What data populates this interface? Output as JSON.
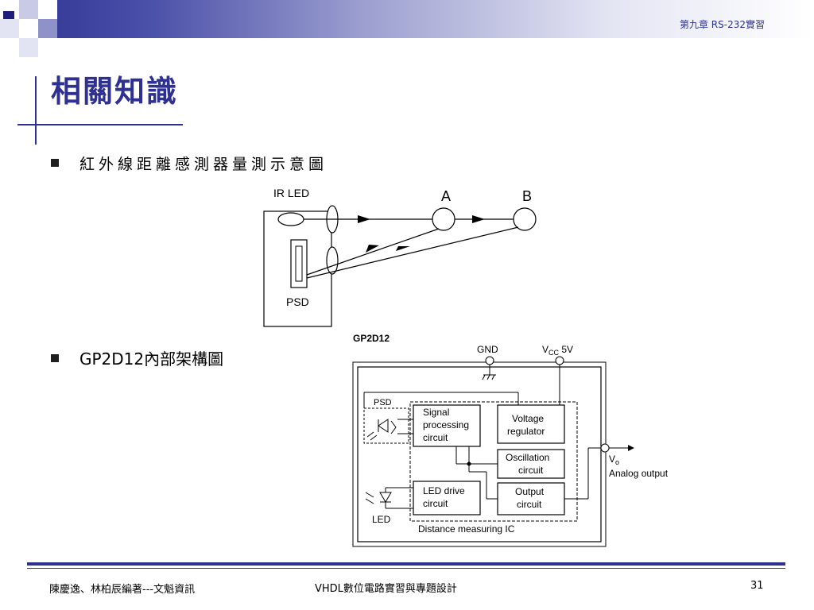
{
  "header": {
    "chapter": "第九章  RS-232實習",
    "title": "相關知識"
  },
  "bullets": [
    {
      "text": "紅外線距離感測器量測示意圖"
    },
    {
      "text": "GP2D12內部架構圖"
    }
  ],
  "diagram1": {
    "ir_led_label": "IR LED",
    "a_label": "A",
    "b_label": "B",
    "psd_label": "PSD"
  },
  "diagram2": {
    "title": "GP2D12",
    "gnd": "GND",
    "vcc": "V",
    "vcc_sub": "CC",
    "vcc_val": " 5V",
    "psd": "PSD",
    "signal_l1": "Signal",
    "signal_l2": "processing",
    "signal_l3": "circuit",
    "voltage_l1": "Voltage",
    "voltage_l2": "regulator",
    "osc_l1": "Oscillation",
    "osc_l2": "circuit",
    "led_drive_l1": "LED drive",
    "led_drive_l2": "circuit",
    "output_l1": "Output",
    "output_l2": "circuit",
    "vo": "V",
    "vo_sub": "o",
    "analog_output": "Analog output",
    "led": "LED",
    "ic_label": "Distance measuring IC"
  },
  "footer": {
    "authors": "陳慶逸、林柏辰編著---文魁資訊",
    "book": "VHDL數位電路實習與專題設計",
    "page": "31"
  }
}
